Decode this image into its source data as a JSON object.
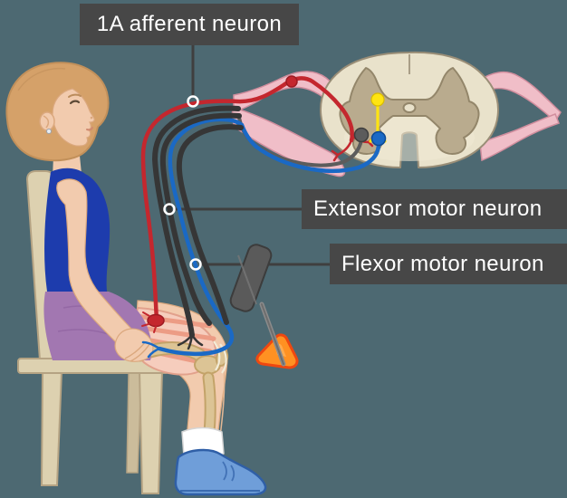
{
  "labels": {
    "afferent": "1A afferent neuron",
    "extensor": "Extensor motor neuron",
    "flexor": "Flexor motor neuron"
  },
  "colors": {
    "background": "#4d6972",
    "label_bg": "#474747",
    "label_text": "#ffffff",
    "connector": "#3f3f3f",
    "marker_ring": "#ffffff",
    "afferent_red": "#c4272e",
    "afferent_red_dark": "#9e1b22",
    "motor_blue": "#1a69c5",
    "motor_blue_dark": "#0d4a94",
    "interneuron_yellow": "#ffe412",
    "gray_neuron": "#5c5c5c",
    "gray_neuron_dark": "#3e3e3e",
    "nerve_dark": "#363636",
    "root_pink": "#f0bec8",
    "root_edge": "#d18e9e",
    "cord_fill": "#e9e2cb",
    "cord_highlight": "#f0ead6",
    "cord_edge": "#9a8e77",
    "gray_matter": "#b9ab8e",
    "gray_matter_edge": "#93866a",
    "skin": "#f2cbae",
    "skin_edge": "#dba87e",
    "skin_shade": "#e4b894",
    "hair": "#d5a169",
    "hair_edge": "#c2905a",
    "shirt_blue": "#1d3cad",
    "skirt_purple": "#a277b1",
    "skirt_edge": "#8f63a0",
    "chair": "#ddd1b0",
    "chair_edge": "#b5a383",
    "chair_leg_far": "#cbbc9b",
    "muscle_pink": "#f6cdbd",
    "muscle_stripe": "#ec9c85",
    "muscle_edge": "#e2a18c",
    "bone": "#dcc495",
    "bone_edge": "#c3a369",
    "ligament": "#f3ecd8",
    "sock": "#ffffff",
    "sock_edge": "#d5d5d5",
    "shoe": "#6f9ed9",
    "shoe_edge": "#2f5fa7",
    "face_detail": "#5d4a36",
    "brow": "#bb8c5c",
    "lip": "#cf8a70",
    "hammer_gray": "#5a5a5a",
    "hammer_edge": "#3c3c3c",
    "hammer_shaft": "#8b8b8b",
    "hammer_head": "#ff9122",
    "hammer_head_edge": "#ee4810"
  }
}
